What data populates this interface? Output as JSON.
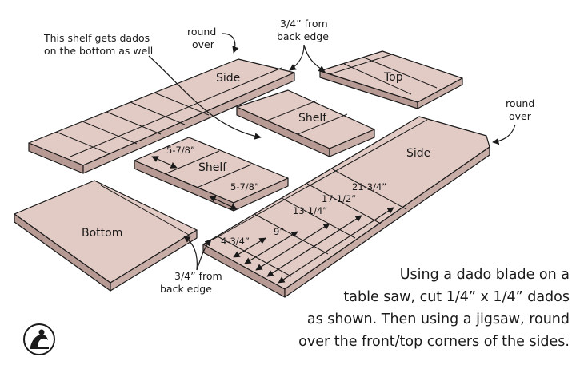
{
  "labels": {
    "side_left": "Side",
    "side_right": "Side",
    "top": "Top",
    "shelf_upper": "Shelf",
    "shelf_lower": "Shelf",
    "bottom": "Bottom"
  },
  "notes": {
    "shelf_line1": "This shelf gets dados",
    "shelf_line2": "on the bottom as well",
    "round_over_1a": "round",
    "round_over_1b": "over",
    "round_over_2a": "round",
    "round_over_2b": "over",
    "from_back_1a": "3/4” from",
    "from_back_1b": "back edge",
    "from_back_2a": "3/4” from",
    "from_back_2b": "back edge"
  },
  "dimensions": {
    "shelf_a": "5-7/8”",
    "shelf_b": "5-7/8”",
    "d1": "4-3/4”",
    "d2": "9”",
    "d3": "13-1/4”",
    "d4": "17-1/2”",
    "d5": "21-3/4”"
  },
  "caption": {
    "line1": "Using a dado blade on a",
    "line2": "table saw, cut 1/4” x 1/4” dados",
    "line3": "as shown. Then using a jigsaw, round",
    "line4": "over the front/top corners of the sides."
  },
  "colors": {
    "board_face": "#e3cbc5",
    "board_edge": "#b89a94",
    "outline": "#1a1a1a"
  }
}
